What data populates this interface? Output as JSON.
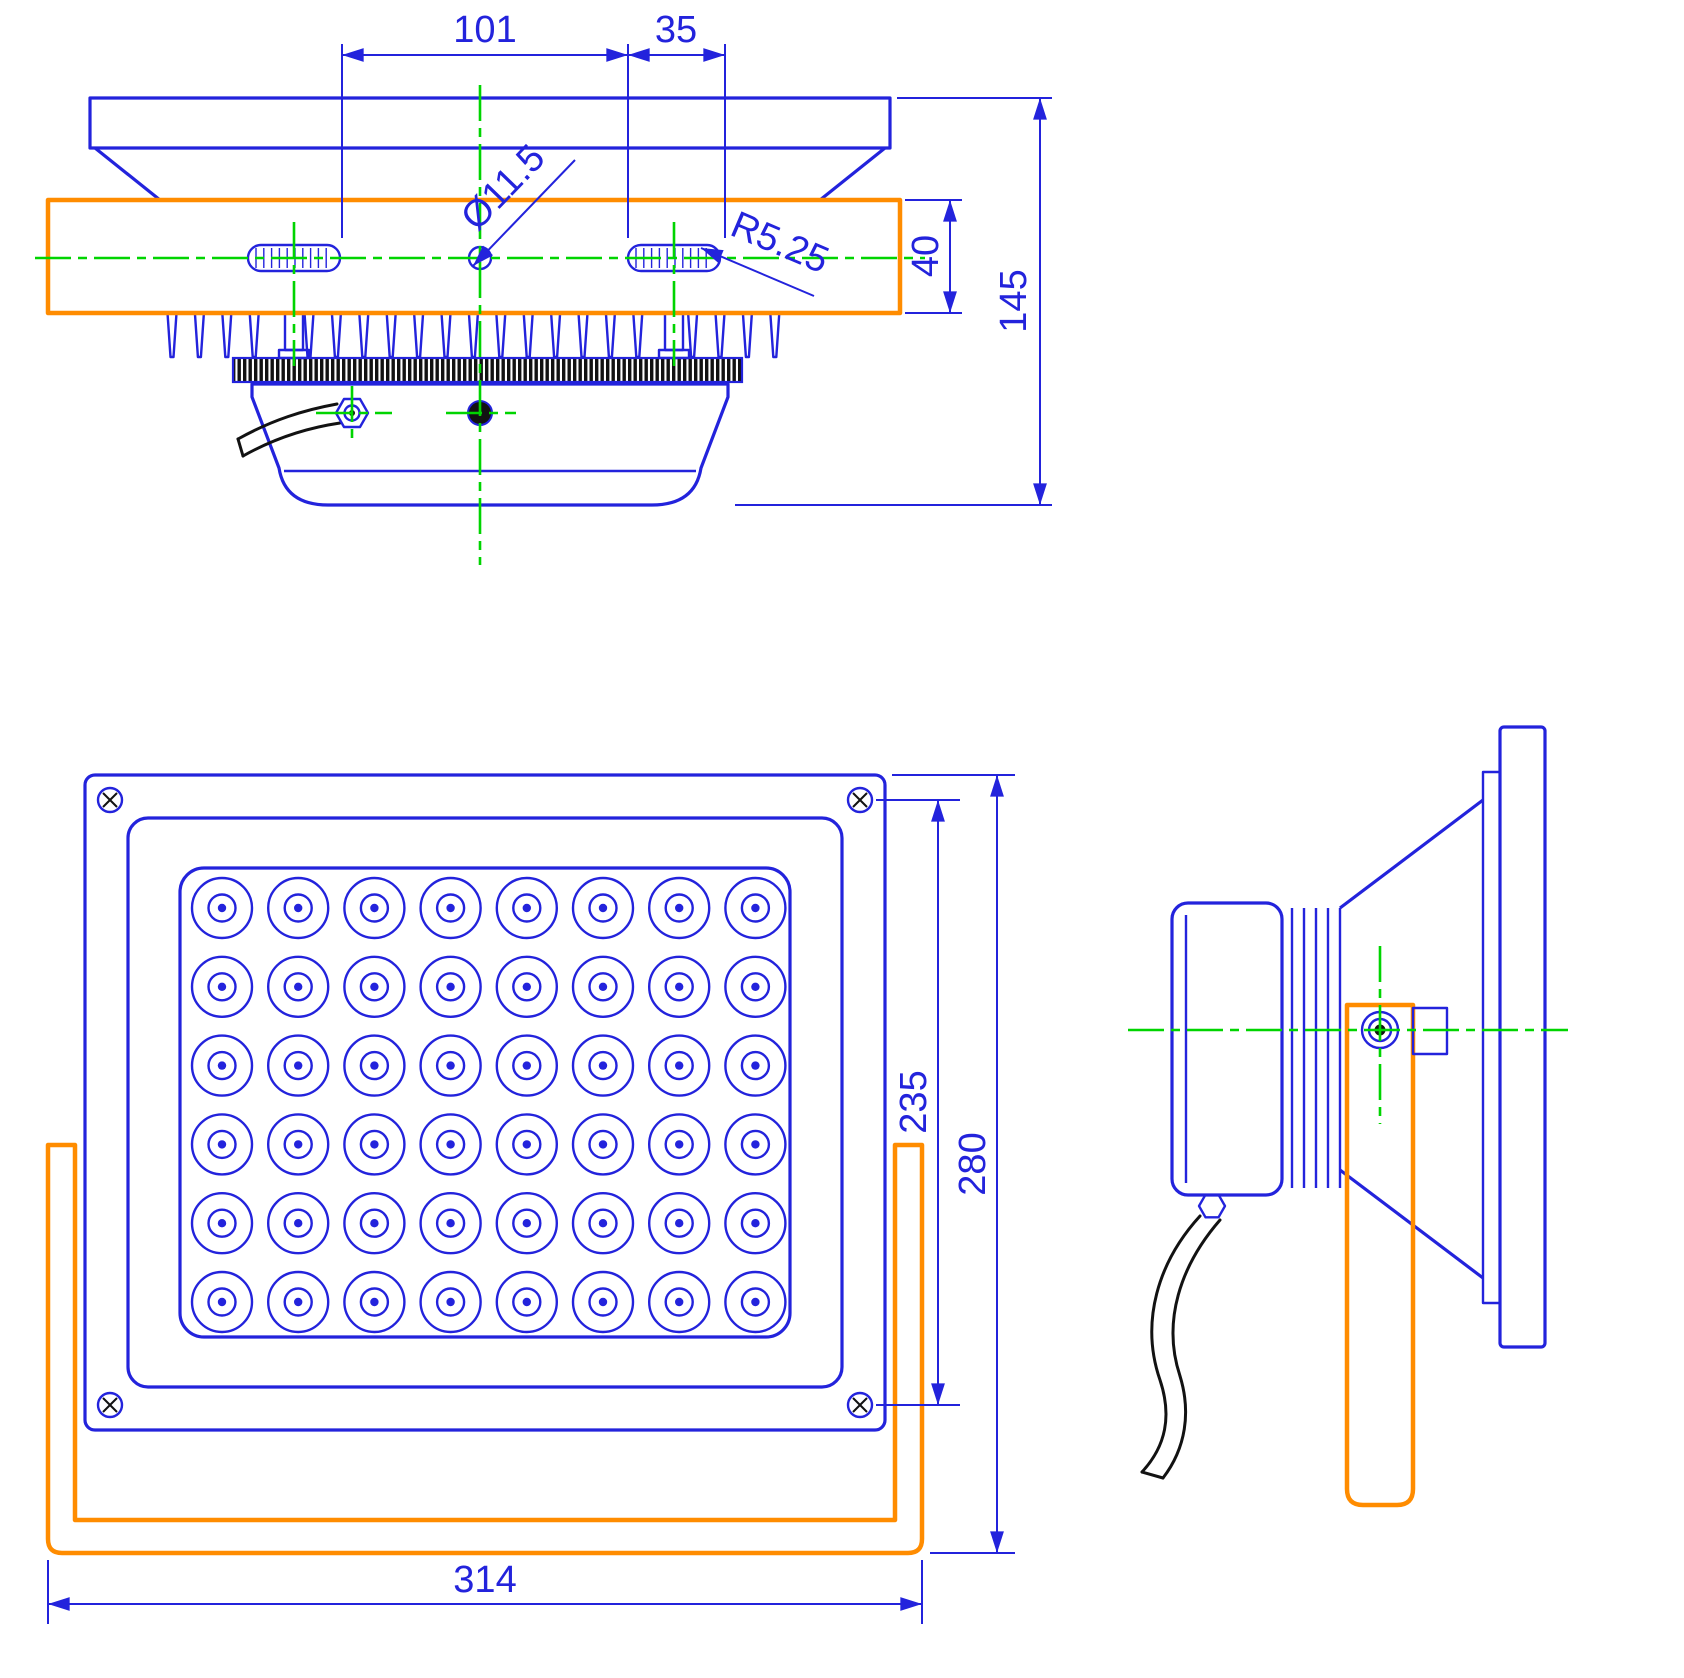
{
  "drawing": {
    "colors": {
      "outline": "#2323dc",
      "dimension": "#2323dc",
      "centerline": "#00d400",
      "bracket": "#ff8c00",
      "dark": "#121212"
    },
    "views": {
      "top": {
        "heatsink_fins": {
          "count": 23
        },
        "dimensions": {
          "slot_spacing": "101",
          "slot_length": "35",
          "hole_diameter": "Ø11.5",
          "slot_end_radius": "R5.25",
          "bracket_band_height": "40",
          "overall_depth": "145"
        }
      },
      "front": {
        "led_grid": {
          "rows": 6,
          "cols": 8
        },
        "dimensions": {
          "screw_spacing": "235",
          "overall_height": "280",
          "overall_width": "314"
        }
      },
      "side": {}
    }
  }
}
